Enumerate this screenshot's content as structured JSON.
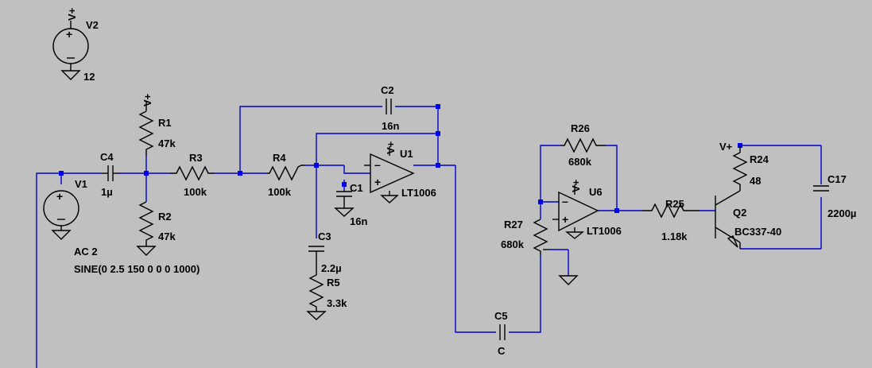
{
  "components": {
    "V2": {
      "name": "V2",
      "value": "12",
      "supply": "V+"
    },
    "V1": {
      "name": "V1",
      "value": "AC 2",
      "value2": "SINE(0 2.5 150 0 0 0 1000)"
    },
    "C4": {
      "name": "C4",
      "value": "1µ"
    },
    "R1": {
      "name": "R1",
      "value": "47k",
      "supply": "V+"
    },
    "R2": {
      "name": "R2",
      "value": "47k"
    },
    "R3": {
      "name": "R3",
      "value": "100k"
    },
    "R4": {
      "name": "R4",
      "value": "100k"
    },
    "C2": {
      "name": "C2",
      "value": "16n"
    },
    "C1": {
      "name": "C1",
      "value": "16n"
    },
    "C3": {
      "name": "C3",
      "value": "2.2µ"
    },
    "R5": {
      "name": "R5",
      "value": "3.3k"
    },
    "U1": {
      "name": "U1",
      "model": "LT1006",
      "supply": "V+"
    },
    "C5": {
      "name": "C5",
      "value": "C"
    },
    "R26": {
      "name": "R26",
      "value": "680k"
    },
    "R27": {
      "name": "R27",
      "value": "680k"
    },
    "U6": {
      "name": "U6",
      "model": "LT1006",
      "supply": "V+"
    },
    "R25": {
      "name": "R25",
      "value": "1.18k"
    },
    "Q2": {
      "name": "Q2",
      "model": "BC337-40"
    },
    "R24": {
      "name": "R24",
      "value": "48",
      "supply": "V+"
    },
    "C17": {
      "name": "C17",
      "value": "2200µ"
    }
  },
  "colors": {
    "background": "#c0c0c0",
    "wire": "#0000cc",
    "node": "#0000ee",
    "component": "#000000"
  }
}
